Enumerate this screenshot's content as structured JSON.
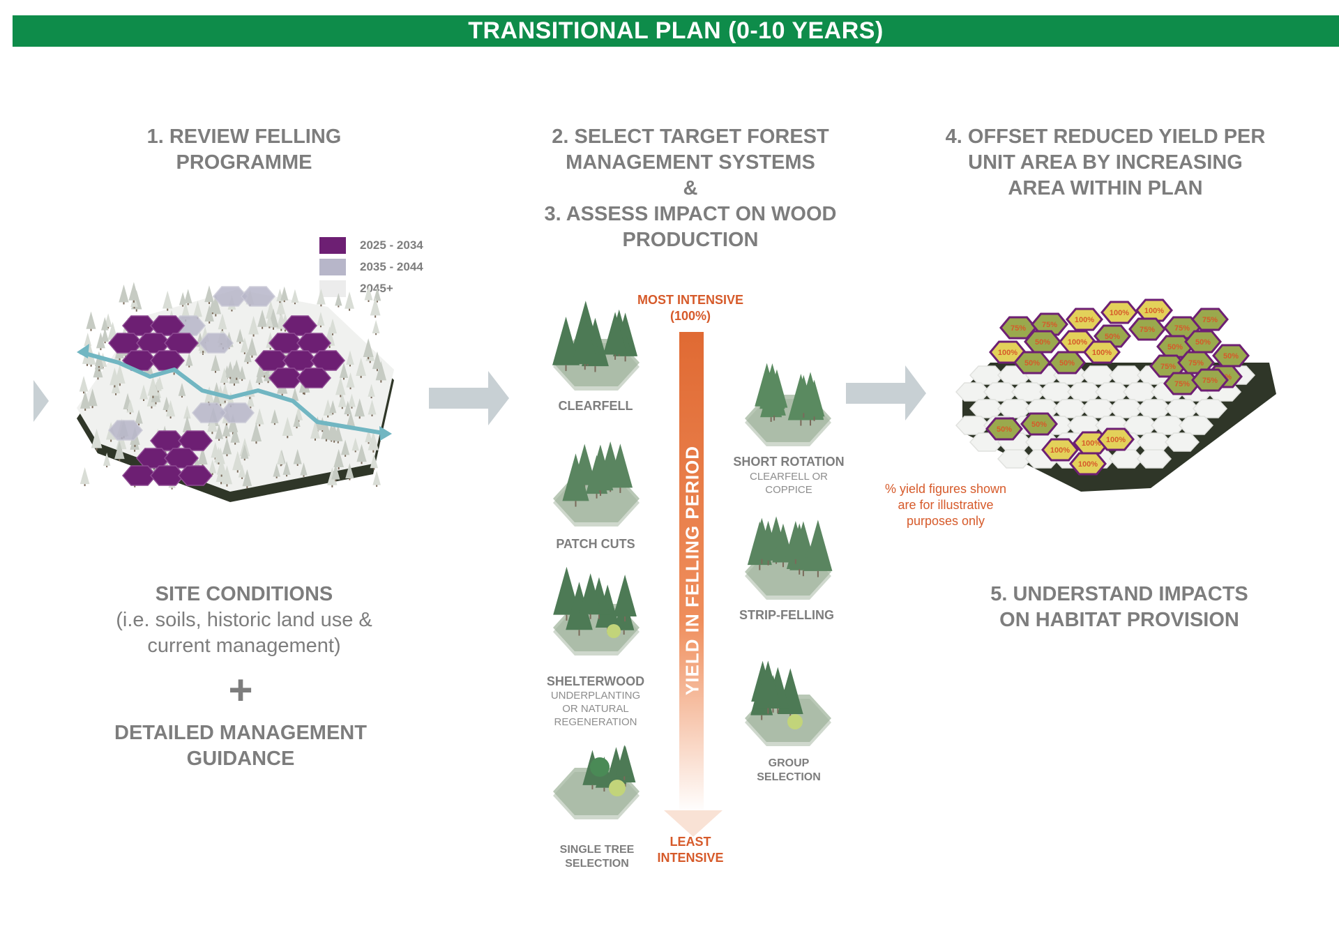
{
  "banner": {
    "title": "TRANSITIONAL PLAN (0-10 YEARS)"
  },
  "colors": {
    "banner": "#0e8c4a",
    "heading_gray": "#7d7d7d",
    "orange": "#d65a2a",
    "period_2025": "#6d1f73",
    "period_2035": "#b7b6c9",
    "period_2045": "#ececec",
    "yield_green": "#9aa94d",
    "yield_yellow": "#e3d15a",
    "river": "#71b6c2",
    "arrow_gray": "#c8d0d4"
  },
  "step1": {
    "heading": "1. REVIEW FELLING\nPROGRAMME",
    "legend": [
      {
        "label": "2025 - 2034",
        "color": "#6d1f73"
      },
      {
        "label": "2035 - 2044",
        "color": "#b7b6c9"
      },
      {
        "label": "2045+",
        "color": "#ececec"
      }
    ]
  },
  "inputs": {
    "site_title": "SITE CONDITIONS",
    "site_line1": "(i.e. soils, historic land use &",
    "site_line2": "current management)",
    "plus": "+",
    "guidance": "DETAILED MANAGEMENT\nGUIDANCE"
  },
  "step2": {
    "heading": "2. SELECT TARGET FOREST\nMANAGEMENT SYSTEMS\n&\n3. ASSESS IMPACT ON WOOD\nPRODUCTION",
    "most_intensive": "MOST INTENSIVE\n(100%)",
    "least_intensive": "LEAST\nINTENSIVE",
    "axis_label": "YIELD IN FELLING PERIOD",
    "systems": {
      "clearfell": {
        "label": "CLEARFELL",
        "icon": "clearfell-icon"
      },
      "patch_cuts": {
        "label": "PATCH CUTS",
        "icon": "patch-cuts-icon"
      },
      "shelterwood": {
        "label": "SHELTERWOOD",
        "sub": "UNDERPLANTING\nOR NATURAL\nREGENERATION",
        "icon": "shelterwood-icon"
      },
      "single_tree": {
        "label": "SINGLE TREE\nSELECTION",
        "icon": "single-tree-selection-icon"
      },
      "short_rotation": {
        "label": "SHORT ROTATION",
        "sub": "CLEARFELL OR\nCOPPICE",
        "icon": "short-rotation-icon"
      },
      "strip_felling": {
        "label": "STRIP-FELLING",
        "icon": "strip-felling-icon"
      },
      "group_selection": {
        "label": "GROUP\nSELECTION",
        "icon": "group-selection-icon"
      }
    }
  },
  "step4": {
    "heading": "4. OFFSET REDUCED YIELD PER\nUNIT AREA BY INCREASING\nAREA WITHIN PLAN",
    "note": "% yield figures shown\nare for illustrative\npurposes only",
    "yield_labels": [
      "75%",
      "75%",
      "100%",
      "100%",
      "100%",
      "50%",
      "75%",
      "100%",
      "50%",
      "100%",
      "75%",
      "75%",
      "50%",
      "50%",
      "50%",
      "75%",
      "75%",
      "75%",
      "75%",
      "75%",
      "50%",
      "50%",
      "100%",
      "50%",
      "50%",
      "100%",
      "100%",
      "100%",
      "100%"
    ]
  },
  "step5": {
    "heading": "5. UNDERSTAND IMPACTS\nON HABITAT PROVISION"
  }
}
